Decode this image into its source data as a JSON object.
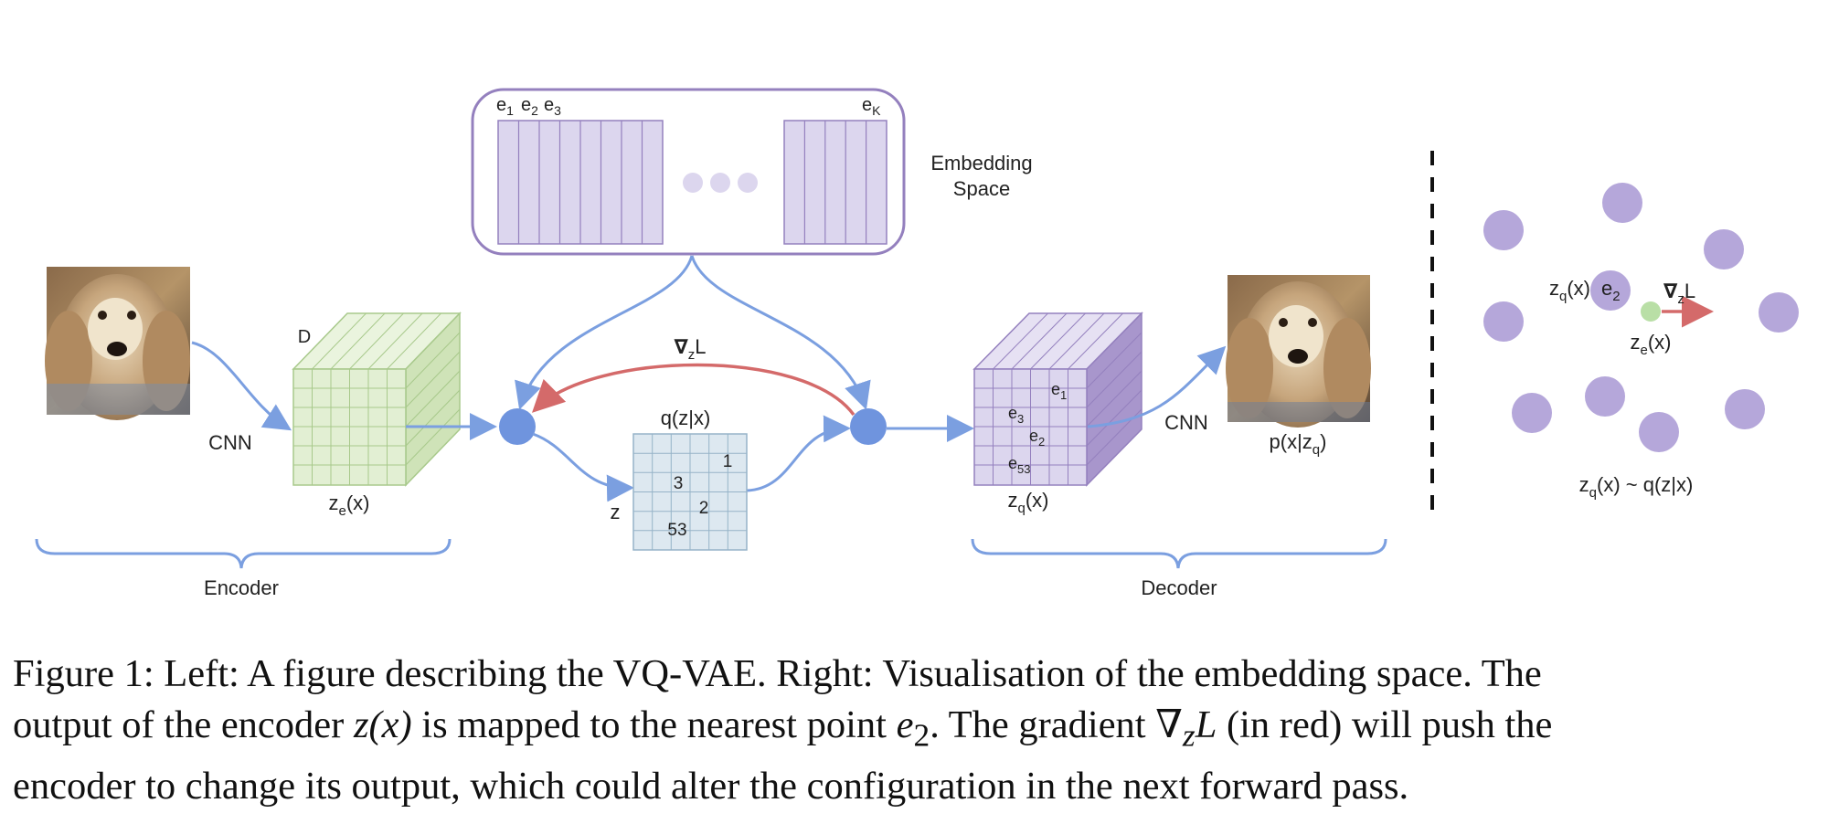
{
  "colors": {
    "arrow": "#7b9fe0",
    "red_arrow": "#d46a6a",
    "node": "#6f94de",
    "purple_box": "#9480be",
    "purple_fill": "#dcd6ee",
    "green_fill": "#e2efd3",
    "green_line": "#a8c98b",
    "blue_grid_fill": "#dde8f0",
    "blue_grid_line": "#96b3c8",
    "right_dot": "#b5a7da",
    "right_green": "#b9dfa6"
  },
  "embedding": {
    "e1": "e",
    "e1_sub": "1",
    "e2": "e",
    "e2_sub": "2",
    "e3": "e",
    "e3_sub": "3",
    "eK": "e",
    "eK_sub": "K",
    "label_line1": "Embedding",
    "label_line2": "Space"
  },
  "encoder": {
    "cnn": "CNN",
    "d_label": "D",
    "ze_z": "z",
    "ze_sub": "e",
    "ze_x": "(x)",
    "brace_label": "Encoder"
  },
  "middle": {
    "grad": "∇",
    "grad_sub": "z",
    "grad_L": "L",
    "q_label": "q(z|x)",
    "z_label": "z",
    "cells": [
      "1",
      "3",
      "2",
      "53"
    ]
  },
  "decoder": {
    "cube_labels": [
      {
        "main": "e",
        "sub": "1"
      },
      {
        "main": "e",
        "sub": "3"
      },
      {
        "main": "e",
        "sub": "2"
      },
      {
        "main": "e",
        "sub": "53"
      }
    ],
    "zq_z": "z",
    "zq_sub": "q",
    "zq_x": "(x)",
    "cnn": "CNN",
    "p_label": "p(x|z",
    "p_sub": "q",
    "p_close": ")",
    "brace_label": "Decoder"
  },
  "right": {
    "zq_z": "z",
    "zq_sub": "q",
    "zq_x": "(x)",
    "e2": "e",
    "e2_sub": "2",
    "grad": "∇",
    "grad_sub": "z",
    "grad_L": "L",
    "ze_z": "z",
    "ze_sub": "e",
    "ze_x": "(x)",
    "dist_z": "z",
    "dist_sub": "q",
    "dist_rest": "(x) ~ q(z|x)"
  },
  "caption": {
    "line1": "Figure 1: Left: A figure describing the VQ-VAE. Right: Visualisation of the embedding space. The",
    "line2a": "output of the encoder ",
    "line2_zx": "z(x)",
    "line2b": " is mapped to the nearest point ",
    "line2_e": "e",
    "line2_e_sub": "2",
    "line2c": ". The gradient ∇",
    "line2_grad_sub": "z",
    "line2_L": "L",
    "line2d": " (in red) will push the",
    "line3": "encoder to change its output, which could alter the configuration in the next forward pass."
  }
}
